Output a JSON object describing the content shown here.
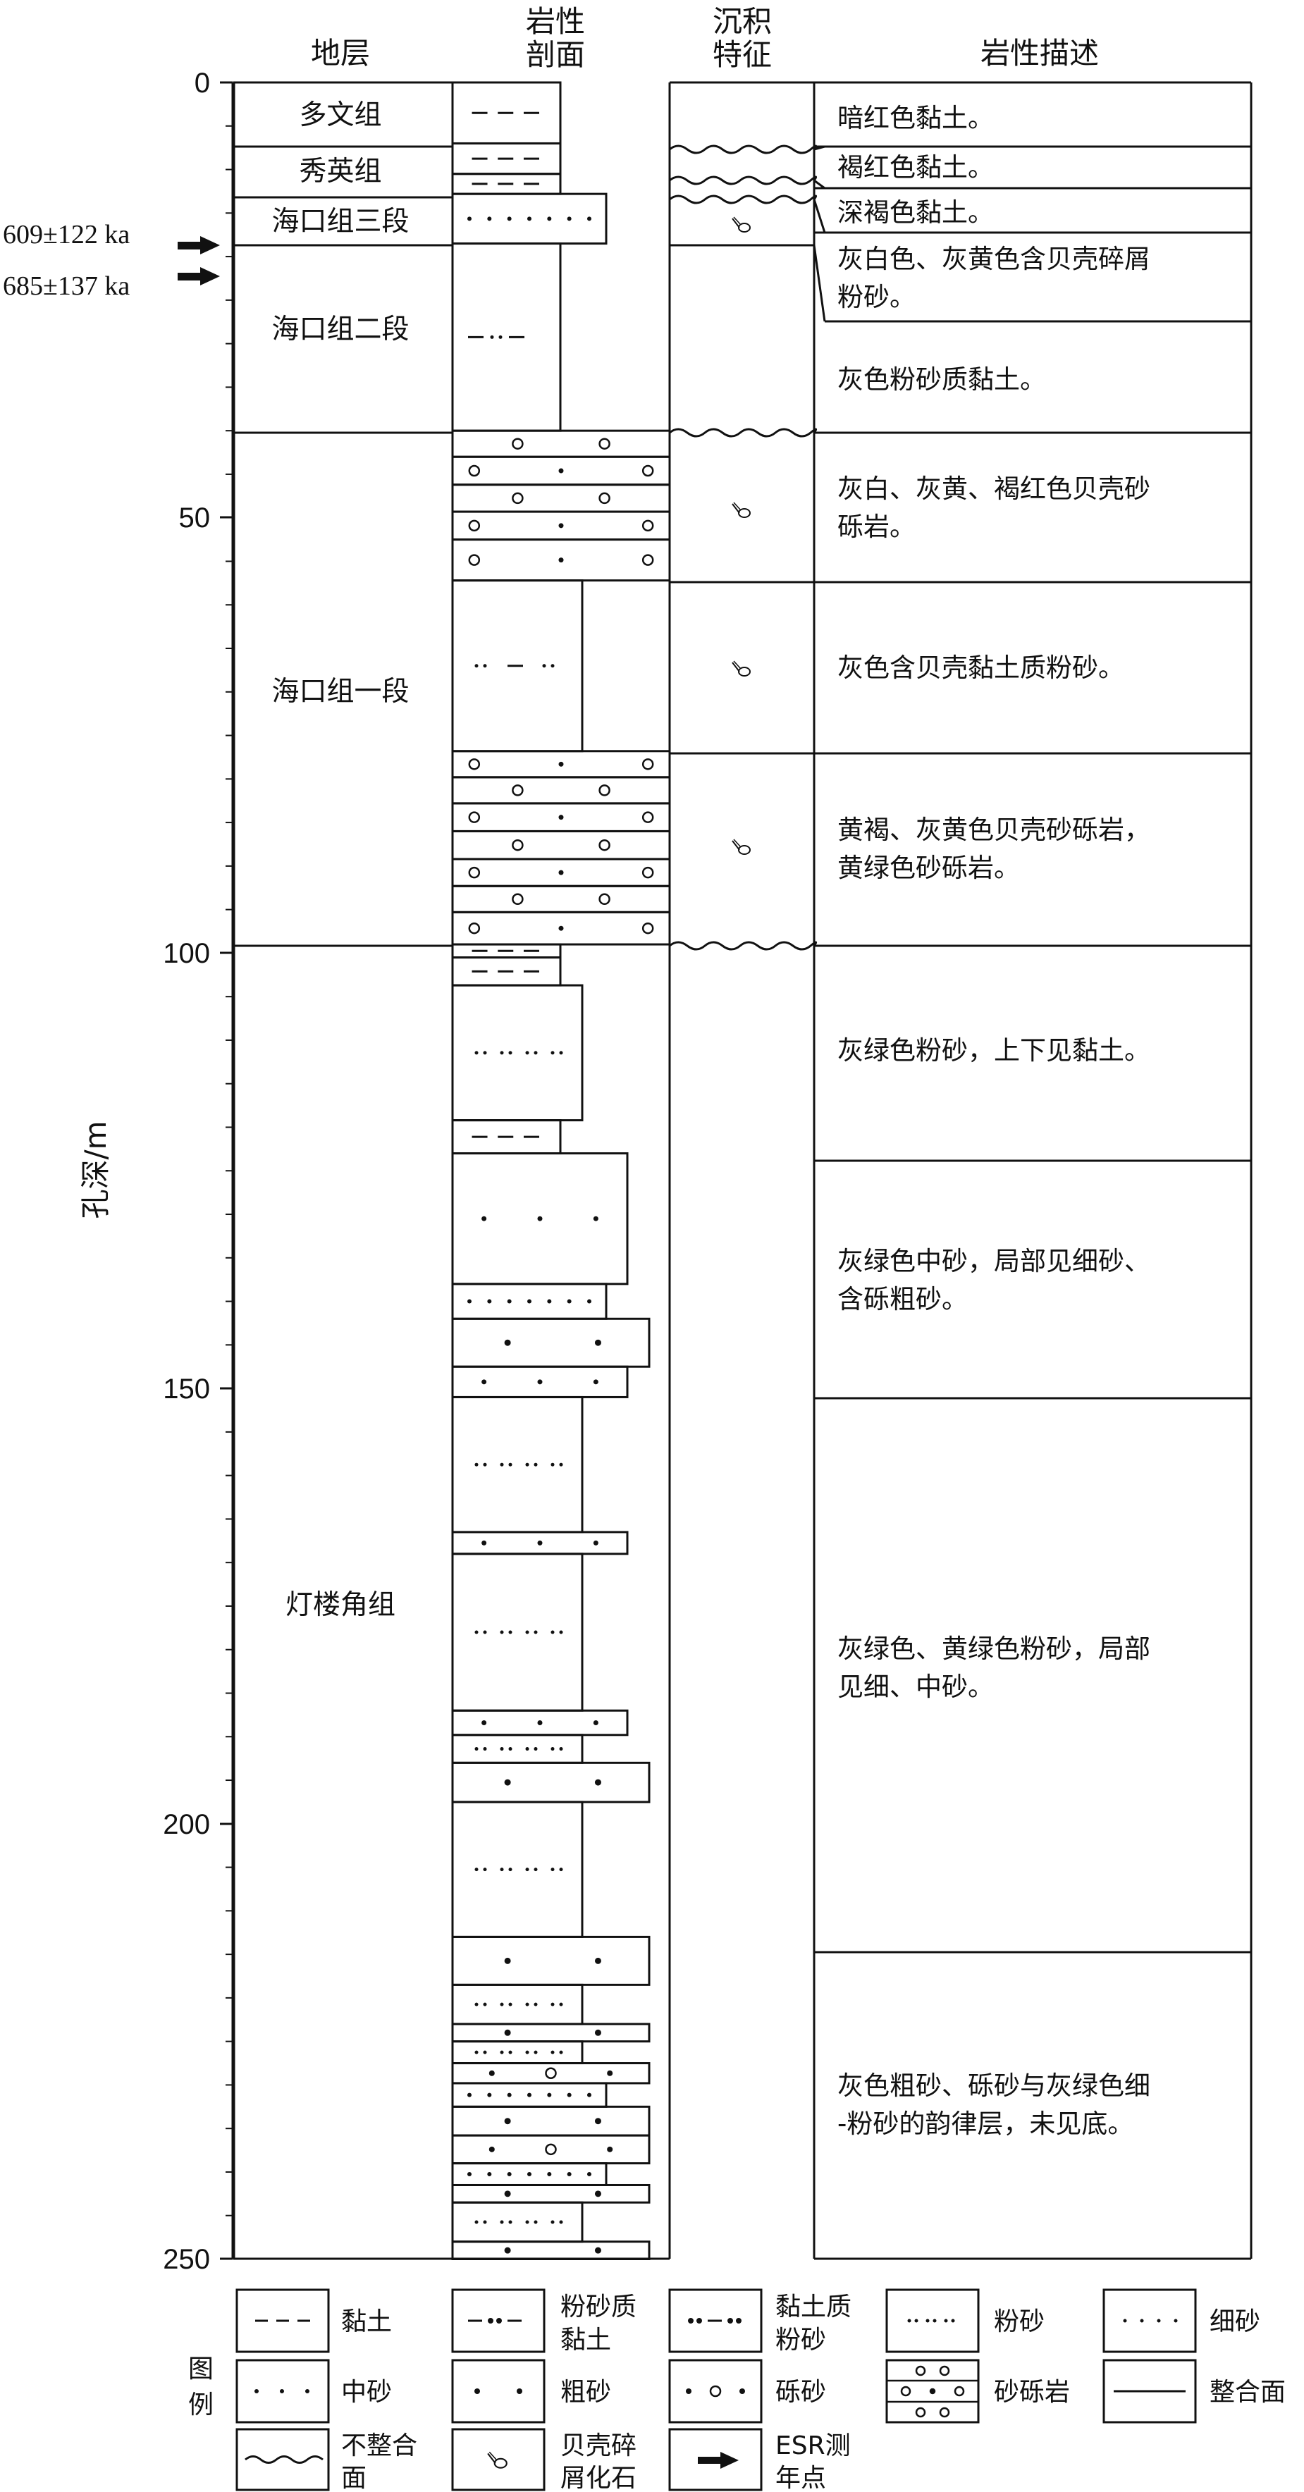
{
  "headers": {
    "strata": "地层",
    "lithology_line1": "岩性",
    "lithology_line2": "剖面",
    "sedimentary_line1": "沉积",
    "sedimentary_line2": "特征",
    "description": "岩性描述"
  },
  "axis": {
    "label": "孔深/m",
    "ticks": [
      "0",
      "50",
      "100",
      "150",
      "200",
      "250"
    ],
    "range": [
      0,
      250
    ]
  },
  "esr_dates": [
    "609±122 ka",
    "685±137 ka"
  ],
  "formations": [
    {
      "name": "多文组"
    },
    {
      "name": "秀英组"
    },
    {
      "name": "海口组三段"
    },
    {
      "name": "海口组二段"
    },
    {
      "name": "海口组一段"
    },
    {
      "name": "灯楼角组"
    }
  ],
  "descriptions": [
    {
      "lines": [
        "暗红色黏土。"
      ]
    },
    {
      "lines": [
        "褐红色黏土。"
      ]
    },
    {
      "lines": [
        "深褐色黏土。"
      ]
    },
    {
      "lines": [
        "灰白色、灰黄色含贝壳碎屑",
        "粉砂。"
      ]
    },
    {
      "lines": [
        "灰色粉砂质黏土。"
      ]
    },
    {
      "lines": [
        "灰白、灰黄、褐红色贝壳砂",
        "砾岩。"
      ]
    },
    {
      "lines": [
        "灰色含贝壳黏土质粉砂。"
      ]
    },
    {
      "lines": [
        "黄褐、灰黄色贝壳砂砾岩，",
        "黄绿色砂砾岩。"
      ]
    },
    {
      "lines": [
        "灰绿色粉砂，上下见黏土。"
      ]
    },
    {
      "lines": [
        "灰绿色中砂，局部见细砂、",
        "含砾粗砂。"
      ]
    },
    {
      "lines": [
        "灰绿色、黄绿色粉砂，局部",
        "见细、中砂。"
      ]
    },
    {
      "lines": [
        "灰色粗砂、砾砂与灰绿色细",
        "-粉砂的韵律层，未见底。"
      ]
    }
  ],
  "legend": {
    "title": [
      "图",
      "例"
    ],
    "items": [
      {
        "icon": "clay-symbol",
        "lines": [
          "黏土"
        ]
      },
      {
        "icon": "silty-clay-symbol",
        "lines": [
          "粉砂质",
          "黏土"
        ]
      },
      {
        "icon": "clayey-silt-symbol",
        "lines": [
          "黏土质",
          "粉砂"
        ]
      },
      {
        "icon": "silt-symbol",
        "lines": [
          "粉砂"
        ]
      },
      {
        "icon": "fine-sand-symbol",
        "lines": [
          "细砂"
        ]
      },
      {
        "icon": "medium-sand-symbol",
        "lines": [
          "中砂"
        ]
      },
      {
        "icon": "coarse-sand-symbol",
        "lines": [
          "粗砂"
        ]
      },
      {
        "icon": "gravelly-sand-symbol",
        "lines": [
          "砾砂"
        ]
      },
      {
        "icon": "sandy-conglomerate-symbol",
        "lines": [
          "砂砾岩"
        ]
      },
      {
        "icon": "conformity-symbol",
        "lines": [
          "整合面"
        ]
      },
      {
        "icon": "unconformity-symbol",
        "lines": [
          "不整合",
          "面"
        ]
      },
      {
        "icon": "shell-fragment-icon",
        "lines": [
          "贝壳碎",
          "屑化石"
        ]
      },
      {
        "icon": "esr-arrow-icon",
        "lines": [
          "ESR测",
          "年点"
        ]
      }
    ]
  }
}
